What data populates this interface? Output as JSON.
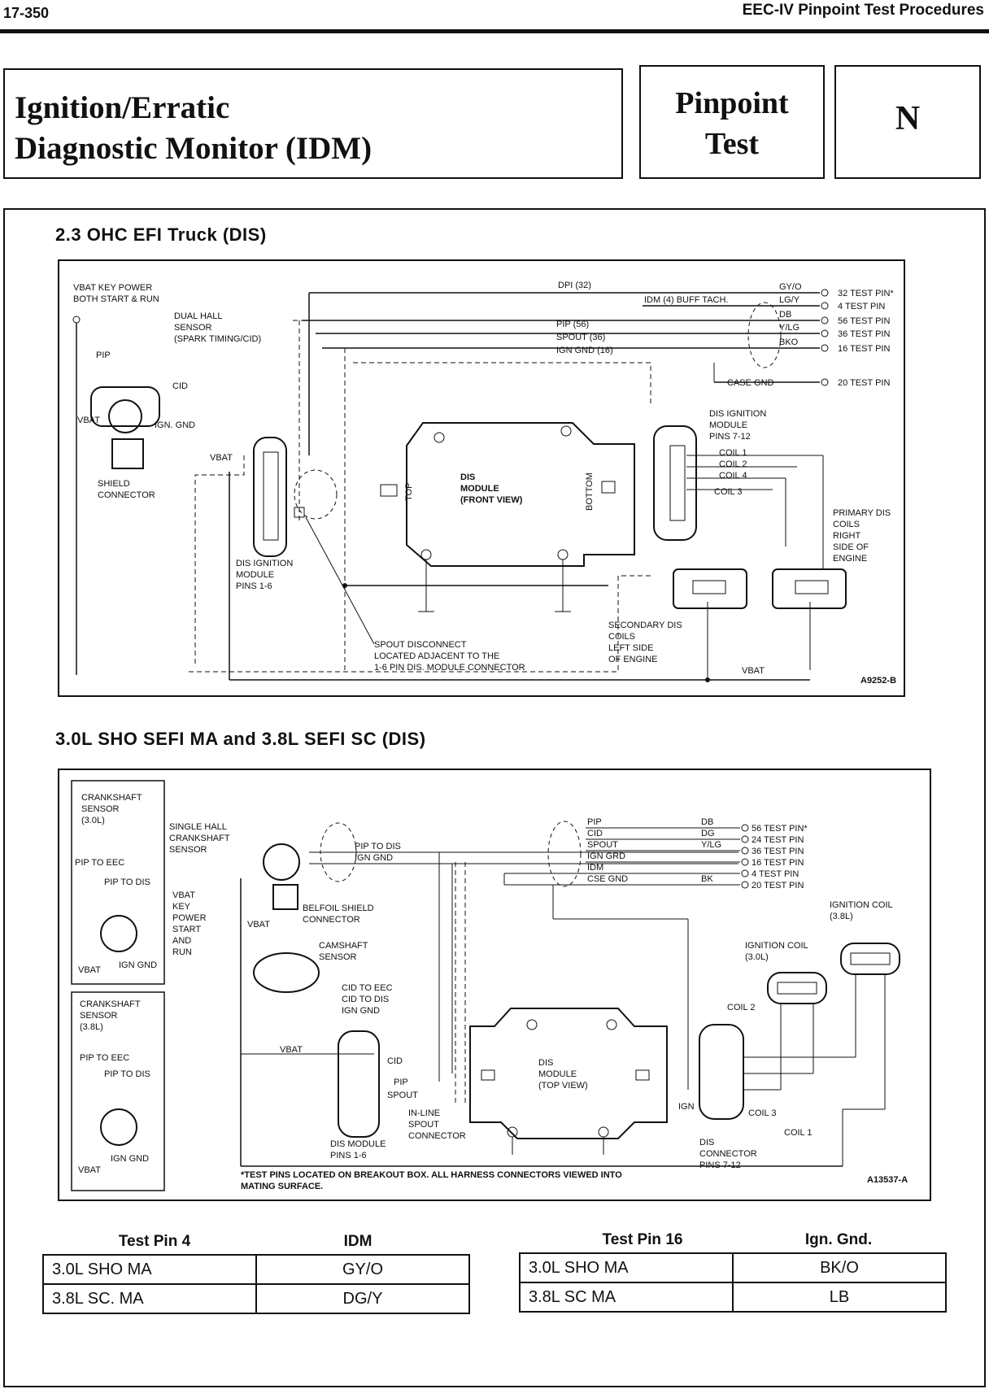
{
  "header": {
    "page_number": "17-350",
    "section": "EEC-IV Pinpoint Test Procedures"
  },
  "title": {
    "line1": "Ignition/Erratic",
    "line2": "Diagnostic Monitor (IDM)"
  },
  "pinpoint": {
    "line1": "Pinpoint",
    "line2": "Test",
    "letter": "N"
  },
  "diagram1": {
    "title": "2.3 OHC EFI Truck (DIS)",
    "ref": "A9252-B",
    "labels": {
      "vbat_key": "VBAT KEY POWER",
      "both_start": "BOTH START & RUN",
      "dual_hall": "DUAL HALL",
      "sensor": "SENSOR",
      "spark_timing": "(SPARK TIMING/CID)",
      "pip": "PIP",
      "cid": "CID",
      "vbat": "VBAT",
      "ign_gnd": "IGN. GND",
      "shield": "SHIELD",
      "connector": "CONNECTOR",
      "dpi": "DPI (32)",
      "idm": "IDM (4)  BUFF TACH.",
      "pip56": "PIP (56)",
      "spout36": "SPOUT (36)",
      "igngnd16": "IGN GND (16)",
      "case_gnd": "CASE GND",
      "dis_mod_a": "DIS IGNITION",
      "dis_mod_b": "MODULE",
      "dis_mod_c": "PINS 7-12",
      "dis_mod_d": "PINS 1-6",
      "dis_module": "DIS",
      "module_word": "MODULE",
      "front_view": "(FRONT VIEW)",
      "top": "TOP",
      "bottom": "BOTTOM",
      "coil1": "COIL 1",
      "coil2": "COIL 2",
      "coil4": "COIL 4",
      "coil3": "COIL 3",
      "primary1": "PRIMARY DIS",
      "primary2": "COILS",
      "primary3": "RIGHT",
      "primary4": "SIDE OF",
      "primary5": "ENGINE",
      "secondary1": "SECONDARY DIS",
      "secondary2": "COILS",
      "secondary3": "LEFT SIDE",
      "secondary4": "OF ENGINE",
      "spout_disc1": "SPOUT DISCONNECT",
      "spout_disc2": "LOCATED ADJACENT TO THE",
      "spout_disc3": "1-6 PIN DIS. MODULE CONNECTOR"
    },
    "wire_colors": [
      "GY/O",
      "LG/Y",
      "DB",
      "Y/LG",
      "BKO"
    ],
    "test_pins": [
      "32 TEST PIN*",
      "4 TEST PIN",
      "56 TEST PIN",
      "36 TEST PIN",
      "16 TEST PIN",
      "20 TEST PIN"
    ]
  },
  "diagram2": {
    "title": "3.0L SHO SEFI MA and 3.8L SEFI SC (DIS)",
    "ref": "A13537-A",
    "footnote1": "*TEST PINS LOCATED ON BREAKOUT BOX. ALL HARNESS CONNECTORS VIEWED INTO",
    "footnote2": "MATING SURFACE.",
    "labels": {
      "crank30_a": "CRANKSHAFT",
      "crank30_b": "SENSOR",
      "crank30_c": "(3.0L)",
      "pip_to_eec": "PIP TO EEC",
      "pip_to_dis": "PIP TO DIS",
      "vbat": "VBAT",
      "ign_gnd": "IGN GND",
      "crank38_c": "(3.8L)",
      "single_hall": "SINGLE HALL",
      "crankshaft": "CRANKSHAFT",
      "sensor": "SENSOR",
      "vbat_key": "KEY",
      "power": "POWER",
      "start": "START",
      "and": "AND",
      "run": "RUN",
      "belfoil": "BELFOIL SHIELD",
      "connector": "CONNECTOR",
      "camshaft": "CAMSHAFT",
      "cid_to_eec": "CID TO EEC",
      "cid_to_dis": "CID TO DIS",
      "pip_to_dis_l": "PIP TO DIS",
      "ign_gnd_l": "IGN GND",
      "pip": "PIP",
      "cid": "CID",
      "spout": "SPOUT",
      "ign_grd": "IGN GRD",
      "idm": "IDM",
      "cse_gnd": "CSE GND",
      "dis": "DIS",
      "module": "MODULE",
      "top_view": "(TOP VIEW)",
      "inline1": "IN-LINE",
      "inline2": "SPOUT",
      "inline3": "CONNECTOR",
      "dis_module": "DIS MODULE",
      "pins16": "PINS 1-6",
      "dis_conn": "DIS",
      "connector2": "CONNECTOR",
      "pins712": "PINS 7-12",
      "ign": "IGN",
      "ign_coil": "IGNITION COIL",
      "coil30": "(3.0L)",
      "coil38": "(3.8L)",
      "coil1": "COIL 1",
      "coil2": "COIL 2",
      "coil3": "COIL 3"
    },
    "wire_colors": [
      "DB",
      "DG",
      "Y/LG",
      "BK"
    ],
    "test_pins": [
      "56 TEST PIN*",
      "24 TEST PIN",
      "36 TEST PIN",
      "16 TEST PIN",
      "4 TEST PIN",
      "20 TEST PIN"
    ]
  },
  "table_left": {
    "headers": [
      "Test Pin 4",
      "IDM"
    ],
    "rows": [
      [
        "3.0L SHO MA",
        "GY/O"
      ],
      [
        "3.8L SC. MA",
        "DG/Y"
      ]
    ]
  },
  "table_right": {
    "headers": [
      "Test Pin 16",
      "Ign. Gnd."
    ],
    "rows": [
      [
        "3.0L SHO MA",
        "BK/O"
      ],
      [
        "3.8L SC MA",
        "LB"
      ]
    ]
  }
}
